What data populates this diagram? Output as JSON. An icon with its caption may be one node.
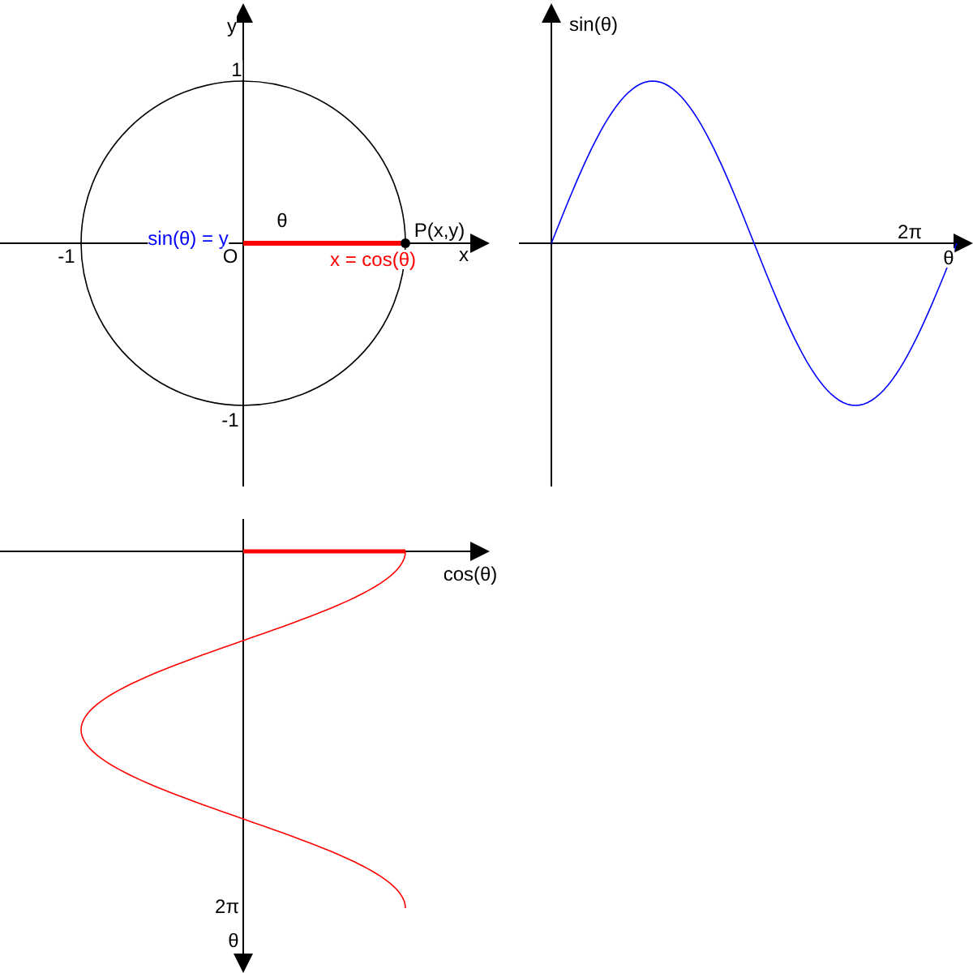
{
  "diagram": {
    "labels": [
      "y",
      "1",
      "θ",
      "P(x,y)",
      "sin(θ) = y",
      "-1",
      "O",
      "x = cos(θ)",
      "x",
      "-1",
      "sin(θ)",
      "2π",
      "θ",
      "cos(θ)",
      "2π",
      "θ"
    ]
  }
}
